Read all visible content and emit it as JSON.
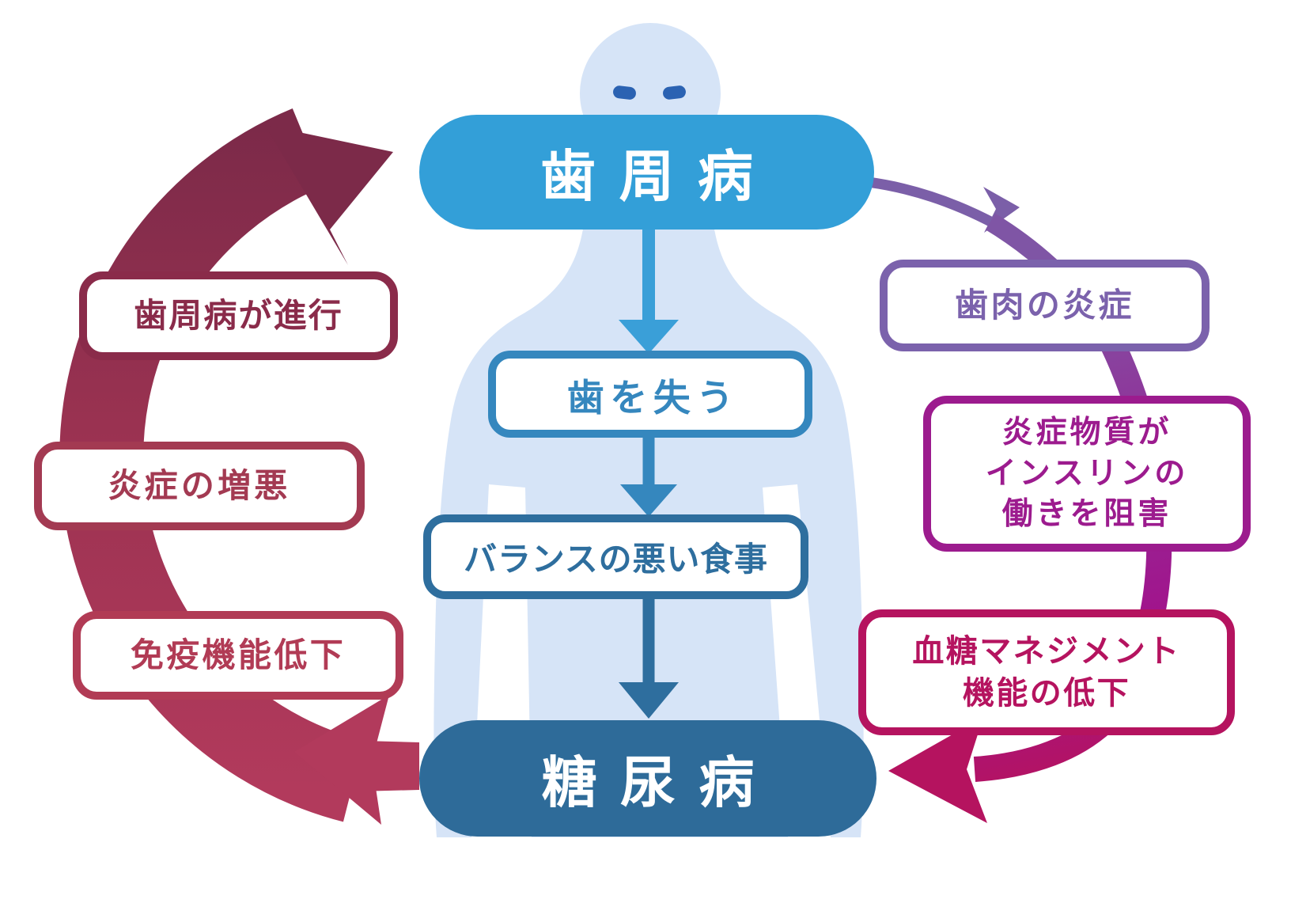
{
  "diagram": {
    "top_node": {
      "label": "歯周病"
    },
    "bottom_node": {
      "label": "糖尿病"
    },
    "center_flow": {
      "steps": [
        "歯を失う",
        "バランスの悪い食事"
      ]
    },
    "left_cycle": {
      "description": "diabetes-to-periodontal-disease loop (upward, red/maroon arc)",
      "labels": [
        "歯周病が進行",
        "炎症の増悪",
        "免疫機能低下"
      ]
    },
    "right_cycle": {
      "description": "periodontal-disease-to-diabetes loop (downward, purple/magenta arc)",
      "labels_lines": [
        [
          "歯肉の炎症"
        ],
        [
          "炎症物質が",
          "インスリンの",
          "働きを阻害"
        ],
        [
          "血糖マネジメント",
          "機能の低下"
        ]
      ]
    },
    "colors": {
      "top_node_blue": "#339FD8",
      "bottom_node_blue": "#2E6B99",
      "step_tooth_blue": "#3587BE",
      "step_diet_blue": "#2E6E9E",
      "center_arrow_1": "#3A9FD8",
      "center_arrow_2": "#3587BE",
      "center_arrow_3": "#2E6E9E",
      "silhouette_blue": "#D6E4F7",
      "eye_blue": "#2B62B2",
      "left_arc_top_maroon": "#7C2A49",
      "left_arc_bottom_red": "#B23A5C",
      "left_box_1": "#8A2B4A",
      "left_box_2": "#A33A52",
      "left_box_3": "#B13B55",
      "right_arc_start_purple": "#7B5FA8",
      "right_arc_mid_magenta": "#9C1B8E",
      "right_arc_end_crimson": "#B5135F",
      "right_box_1": "#7B62AC",
      "right_box_2": "#9C1B8E",
      "right_box_3": "#B5135F"
    }
  }
}
